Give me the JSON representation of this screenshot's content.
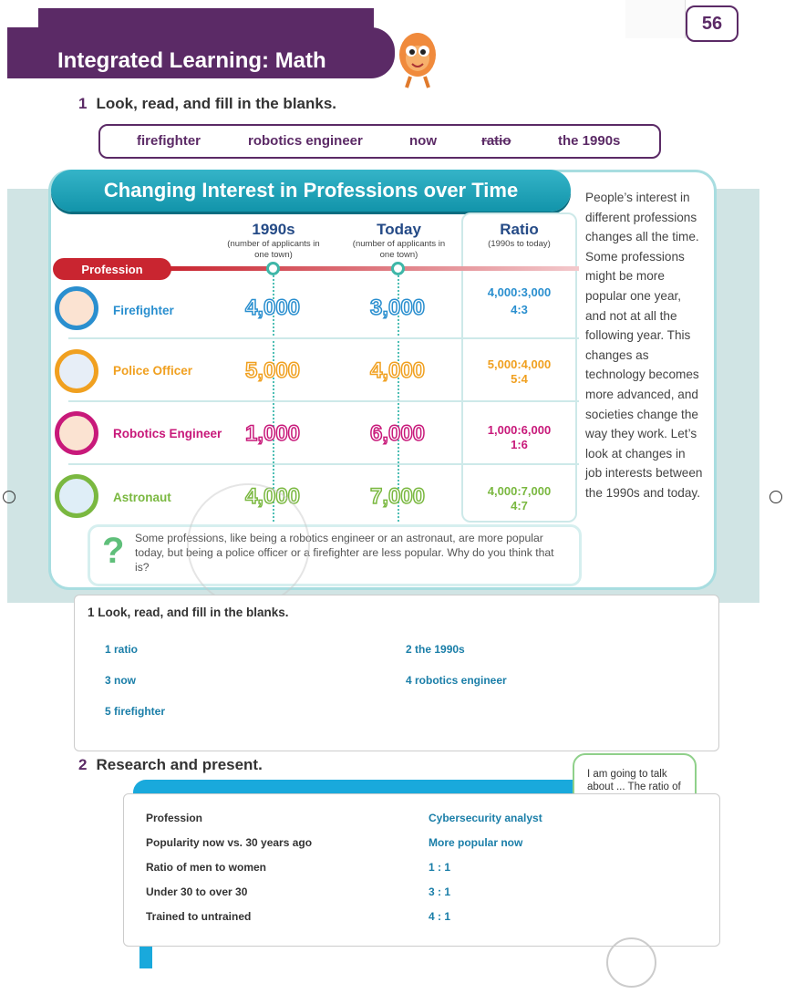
{
  "header": {
    "title": "Integrated Learning: Math",
    "page_number": "56"
  },
  "exercise1": {
    "number": "1",
    "instruction": "Look, read, and fill in the blanks.",
    "words": [
      "firefighter",
      "robotics engineer",
      "now",
      "ratio",
      "the 1990s"
    ]
  },
  "infographic": {
    "title": "Changing Interest in Professions over Time",
    "col_1990s": {
      "title": "1990s",
      "sub": "(number of applicants in one town)"
    },
    "col_today": {
      "title": "Today",
      "sub": "(number of applicants in one town)"
    },
    "col_ratio": {
      "title": "Ratio",
      "sub": "(1990s to today)"
    },
    "profession_label": "Profession",
    "rows": [
      {
        "name": "Firefighter",
        "y1990": "4,000",
        "today": "3,000",
        "ratio": "4,000:3,000",
        "simple": "4:3",
        "color": "#2a8fcf"
      },
      {
        "name": "Police Officer",
        "y1990": "5,000",
        "today": "4,000",
        "ratio": "5,000:4,000",
        "simple": "5:4",
        "color": "#f0a020"
      },
      {
        "name": "Robotics Engineer",
        "y1990": "1,000",
        "today": "6,000",
        "ratio": "1,000:6,000",
        "simple": "1:6",
        "color": "#c8197a"
      },
      {
        "name": "Astronaut",
        "y1990": "4,000",
        "today": "7,000",
        "ratio": "4,000:7,000",
        "simple": "4:7",
        "color": "#7ab840"
      }
    ],
    "side_text": "People’s interest in different professions changes all the time. Some professions might be more popular one year, and not at all the following year. This changes as technology becomes more advanced, and societies change the way they work. Let’s look at changes in job interests between the 1990s and today.",
    "question": "Some professions, like being a robotics engineer or an astronaut, are more popular today, but being a police officer or a firefighter are less popular. Why do you think that is?"
  },
  "answers": {
    "heading": "1  Look, read, and fill in the blanks.",
    "items": [
      "1  ratio",
      "2  the 1990s",
      "3  now",
      "4  robotics engineer",
      "5  firefighter"
    ]
  },
  "exercise2": {
    "number": "2",
    "instruction": "Research and present.",
    "speech": "I am going to talk about ... The ratio of",
    "table": [
      {
        "label": "Profession",
        "value": "Cybersecurity analyst"
      },
      {
        "label": "Popularity now vs. 30 years ago",
        "value": "More popular now"
      },
      {
        "label": "Ratio of men to women",
        "value": "1 : 1"
      },
      {
        "label": "Under 30 to over 30",
        "value": "3 : 1"
      },
      {
        "label": "Trained to untrained",
        "value": "4 : 1"
      }
    ]
  }
}
